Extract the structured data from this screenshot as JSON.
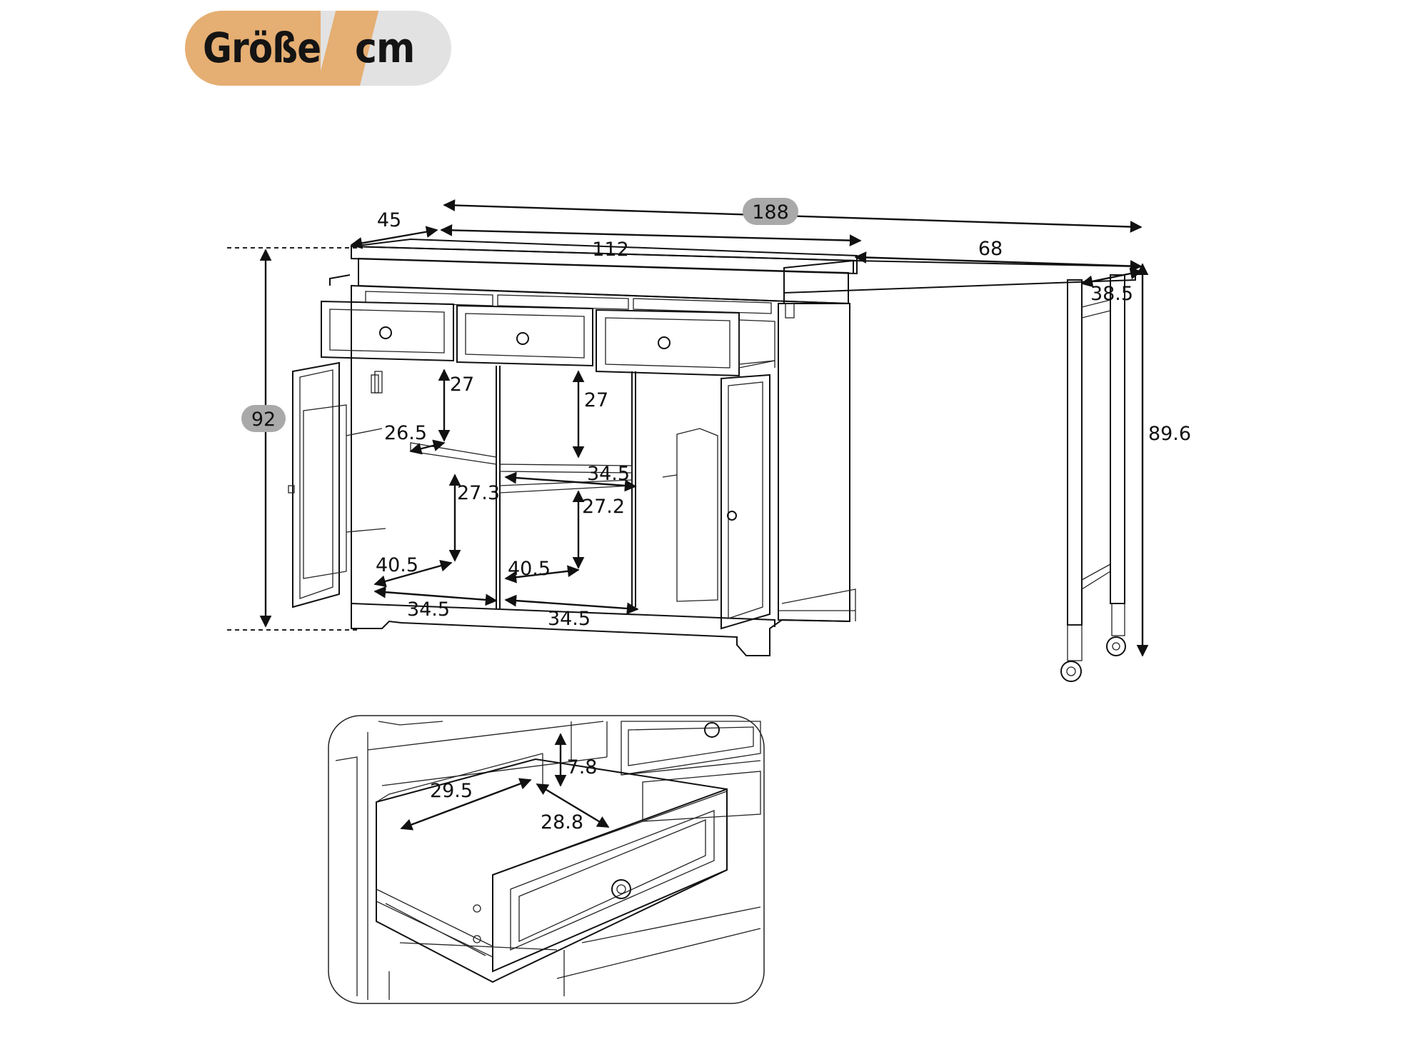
{
  "header": {
    "size_label": "Größe",
    "unit_label": "cm"
  },
  "colors": {
    "badge_orange": "#e5ae72",
    "badge_gray": "#e2e2e2",
    "bubble_gray": "#a9a9a9",
    "line": "#111111"
  },
  "dimensions": {
    "total_length": "188",
    "depth": "45",
    "cabinet_width": "112",
    "extension_length": "68",
    "extension_depth": "38.5",
    "height": "92",
    "extension_height": "89.6",
    "left_upper_height": "27",
    "left_upper_depth": "26.5",
    "left_lower_height": "27.3",
    "left_lower_depth": "40.5",
    "left_width": "34.5",
    "mid_upper_height": "27",
    "mid_shelf_width": "34.5",
    "mid_lower_height": "27.2",
    "mid_lower_depth": "40.5",
    "mid_width": "34.5"
  },
  "drawer_detail": {
    "width": "29.5",
    "depth": "28.8",
    "height": "7.8"
  }
}
